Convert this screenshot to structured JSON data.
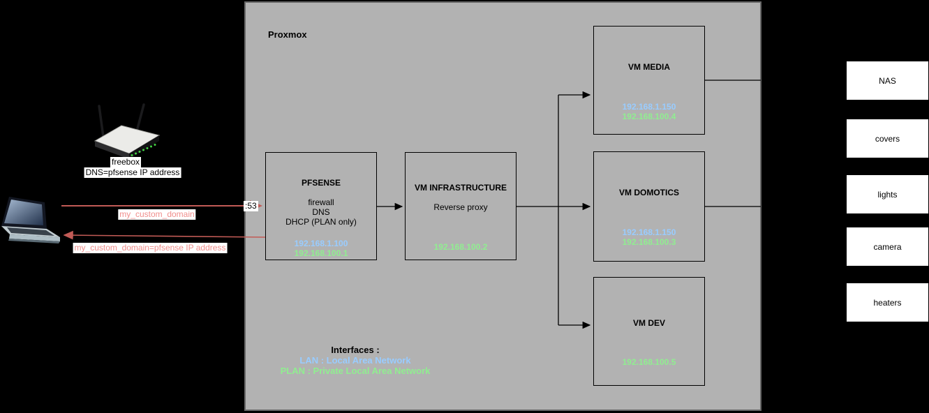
{
  "proxmox": {
    "label": "Proxmox"
  },
  "nodes": {
    "pfsense": {
      "title": "PFSENSE",
      "line1": "firewall",
      "line2": "DNS",
      "line3": "DHCP (PLAN only)",
      "lan_ip": "192.168.1.100",
      "plan_ip": "192.168.100.1"
    },
    "vm_infrastructure": {
      "title": "VM INFRASTRUCTURE",
      "line1": "Reverse proxy",
      "plan_ip": "192.168.100.2"
    },
    "vm_media": {
      "title": "VM MEDIA",
      "lan_ip": "192.168.1.150",
      "plan_ip": "192.168.100.4"
    },
    "vm_domotics": {
      "title": "VM DOMOTICS",
      "lan_ip": "192.168.1.150",
      "plan_ip": "192.168.100.3"
    },
    "vm_dev": {
      "title": "VM DEV",
      "plan_ip": "192.168.100.5"
    }
  },
  "devices": [
    "NAS",
    "covers",
    "lights",
    "camera",
    "heaters"
  ],
  "client_side": {
    "router_label": "freebox",
    "router_note": "DNS=pfsense IP address",
    "request_label": "my_custom_domain",
    "response_label": "my_custom_domain=pfsense IP address",
    "port_label": ":53",
    "icons": {
      "router": "wifi-router-icon",
      "laptop": "laptop-icon"
    }
  },
  "legend": {
    "title": "Interfaces :",
    "lan": "LAN : Local Area Network",
    "plan": "PLAN : Private Local Area Network"
  },
  "colors": {
    "background": "#000000",
    "proxmox_fill": "#b2b2b2",
    "lan_blue": "#99ccff",
    "plan_green": "#90ee90",
    "arrow_red": "#c25b56",
    "request_text_red": "#f08e8c",
    "box_border": "#000000"
  }
}
